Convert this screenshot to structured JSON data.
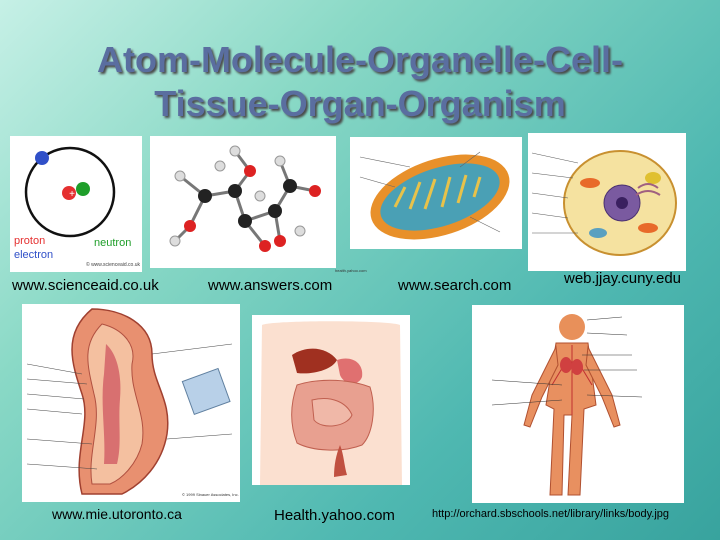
{
  "slide": {
    "title_line1": "Atom-Molecule-Organelle-Cell-",
    "title_line2": "Tissue-Organ-Organism"
  },
  "images": {
    "atom": {
      "proton": "proton",
      "neutron": "neutron",
      "electron": "electron",
      "credit": "© www.scienceaid.co.uk"
    },
    "molecule_watermark": "health.yahoo.com",
    "intestine_credit": "© 1999 Sinauer Associates, Inc."
  },
  "captions": {
    "atom": "www.scienceaid.co.uk",
    "molecule": "www.answers.com",
    "mitochondrion": "www.search.com",
    "cell": "web.jjay.cuny.edu",
    "tissue": "www.mie.utoronto.ca",
    "organ": "Health.yahoo.com",
    "organism": "http://orchard.sbschools.net/library/links/body.jpg"
  },
  "colors": {
    "title": "#5a6ea0",
    "proton": "#e53030",
    "neutron": "#1f9e2a",
    "electron": "#3050c8"
  }
}
